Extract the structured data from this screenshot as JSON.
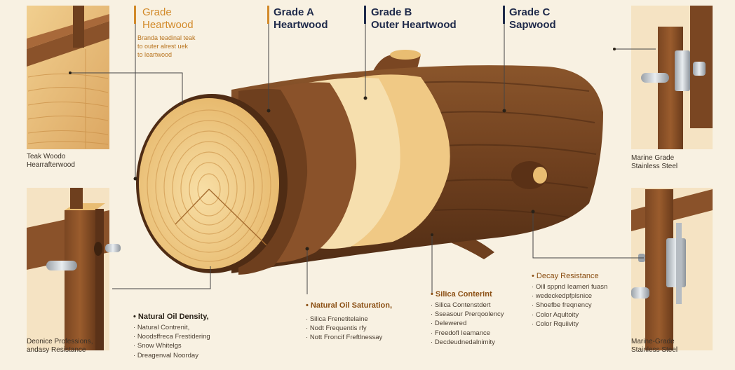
{
  "grades": [
    {
      "title_line1": "Grade",
      "title_line2": "Heartwood",
      "desc": [
        "Branda teadinal teak",
        "to outer alrest uek",
        "to leartwood"
      ]
    },
    {
      "title_line1": "Grade A",
      "title_line2": "Heartwood"
    },
    {
      "title_line1": "Grade B",
      "title_line2": "Outer Heartwood"
    },
    {
      "title_line1": "Grade C",
      "title_line2": "Sapwood"
    }
  ],
  "left_top_caption": [
    "Teak Woodo",
    "Hearrafterwood"
  ],
  "left_bottom_caption": [
    "Deonice Professions,",
    "andasy Resistance"
  ],
  "right_top_caption": [
    "Marine Grade",
    "Stainless Steel"
  ],
  "right_bottom_caption": [
    "Marine-Grade",
    "Stainless Steel"
  ],
  "natural_oil_density": {
    "heading": "Natural Oil Density,",
    "items": [
      "Natural Contrenit,",
      "Noodsffreca Frestidering",
      "Snow Whitelgs",
      "Dreagenval Noorday"
    ]
  },
  "natural_oil_saturation": {
    "heading": "Natural Oil Saturation,",
    "items": [
      "Silica Frenetitelaine",
      "Nodt Frequentis rfy",
      "Nott Froncif Freftlnessay"
    ]
  },
  "silica_content": {
    "heading": "Silica Conterint",
    "items": [
      "Silica Contenstdert",
      "Sseasour Prerqoolency",
      "Delewered",
      "Freedofl Ieamance",
      "Decdeudnedalnimity"
    ]
  },
  "decay_resistance": {
    "heading": "Decay Resistance",
    "items": [
      "Oill sppnd Ieameri fuasn",
      "wedeckedpfplsnice",
      "Shoefbe freqnency",
      "Color Aqultoity",
      "Color Rquiivity"
    ]
  },
  "colors": {
    "background": "#f8f1e2",
    "bark": "#7a4a24",
    "heartwood": "#e9bd72",
    "sapwood": "#f3dcae",
    "accent_orange": "#d28a2a",
    "title_navy": "#1f2a4a"
  }
}
